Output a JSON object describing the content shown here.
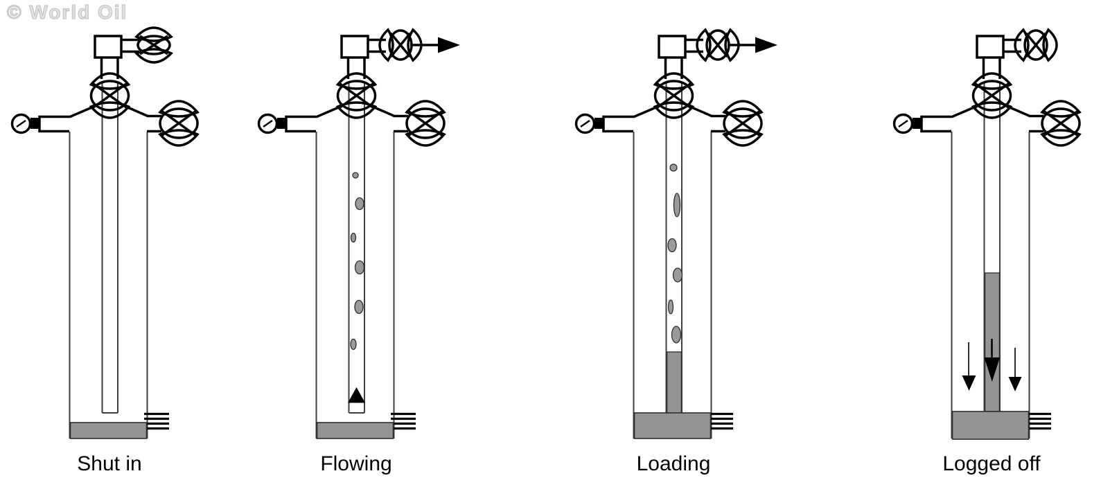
{
  "watermark": "© World Oil",
  "figure": {
    "description": "Four gas-well schematics showing progressive liquid loading stages",
    "stages": [
      {
        "label": "Shut in",
        "wing_valve": "closed",
        "flow_arrow": false,
        "tubing_contents": "empty",
        "bubble_count": 0,
        "down_arrow_count": 0,
        "bottom_liquid": "thin gray layer at casing bottom"
      },
      {
        "label": "Flowing",
        "wing_valve": "open",
        "flow_arrow": true,
        "tubing_contents": "rising gas bubbles with upward flow arrow",
        "bubble_count": 6,
        "down_arrow_count": 0,
        "bottom_liquid": "thin gray layer at casing bottom"
      },
      {
        "label": "Loading",
        "wing_valve": "open",
        "flow_arrow": true,
        "tubing_contents": "gas bubbles above a growing liquid column",
        "bubble_count": 6,
        "down_arrow_count": 0,
        "bottom_liquid": "thicker gray layer, liquid column in tubing"
      },
      {
        "label": "Logged off",
        "wing_valve": "open",
        "flow_arrow": false,
        "tubing_contents": "tall static liquid column with falling-liquid arrows",
        "bubble_count": 0,
        "down_arrow_count": 3,
        "bottom_liquid": "thick gray layer at casing bottom"
      }
    ]
  },
  "colors": {
    "liquid_gray": "#949494",
    "line_black": "#000000",
    "watermark_gray": "#c6c6c6"
  }
}
